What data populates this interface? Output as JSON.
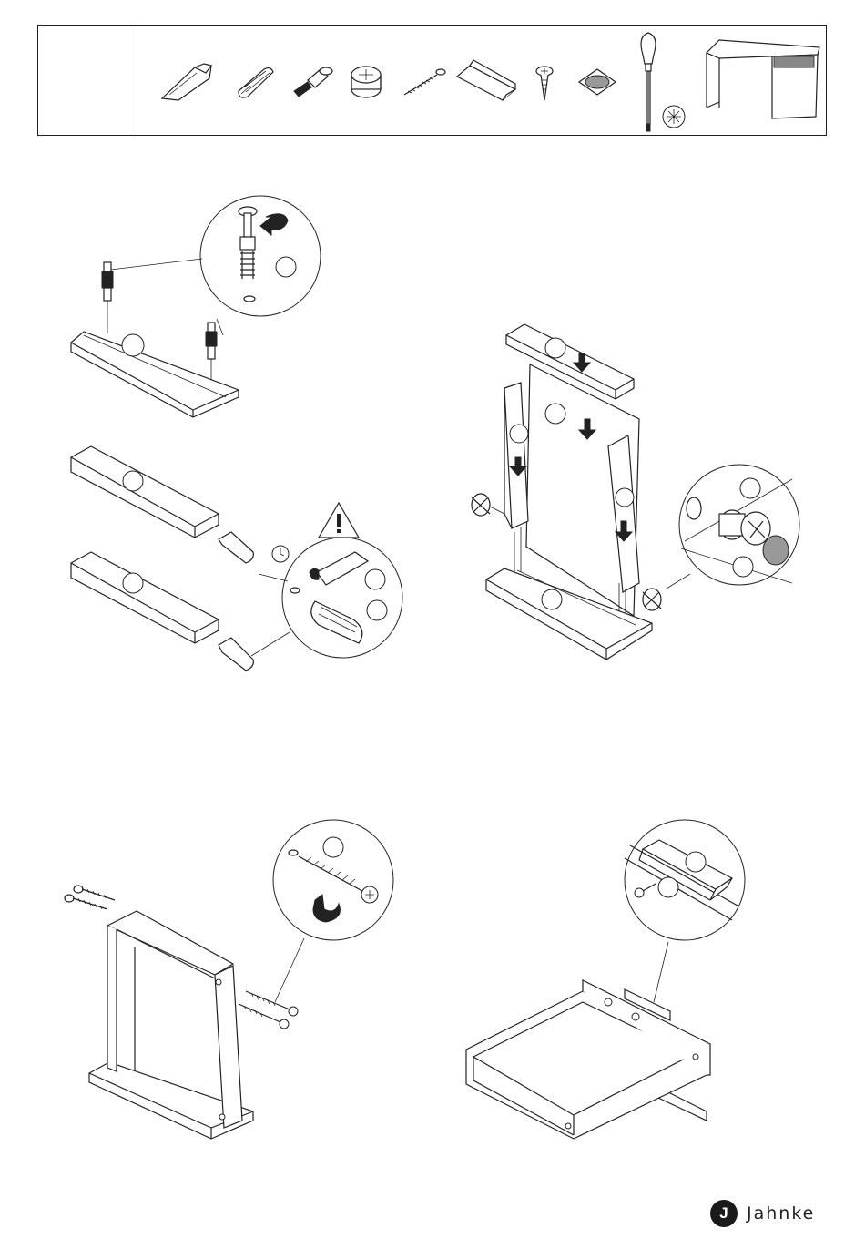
{
  "parts_header": {
    "parts": [
      {
        "icon": "wood-dowel-glue-icon"
      },
      {
        "icon": "dowel-pin-icon"
      },
      {
        "icon": "connector-bolt-icon"
      },
      {
        "icon": "cam-lock-icon"
      },
      {
        "icon": "wood-screw-icon"
      },
      {
        "icon": "metal-bracket-icon"
      },
      {
        "icon": "short-screw-icon"
      },
      {
        "icon": "felt-pad-icon"
      },
      {
        "icon": "screwdriver-icon"
      },
      {
        "icon": "phillips-bit-icon"
      },
      {
        "icon": "desk-preview-icon"
      }
    ]
  },
  "steps": [
    {
      "id": "step-connector-bolts",
      "detail": "zoom-circle"
    },
    {
      "id": "step-dowels",
      "detail": "zoom-circle",
      "warning_icon": "warning-triangle-icon",
      "clock_icon": "glue-dry-clock-icon"
    },
    {
      "id": "step-frame-assembly",
      "detail": "cam-lock-zoom"
    },
    {
      "id": "step-long-screws",
      "detail": "zoom-circle"
    },
    {
      "id": "step-drawer-bracket",
      "detail": "zoom-circle"
    }
  ],
  "brand": {
    "logo_letter": "J",
    "name": "Jahnke"
  }
}
